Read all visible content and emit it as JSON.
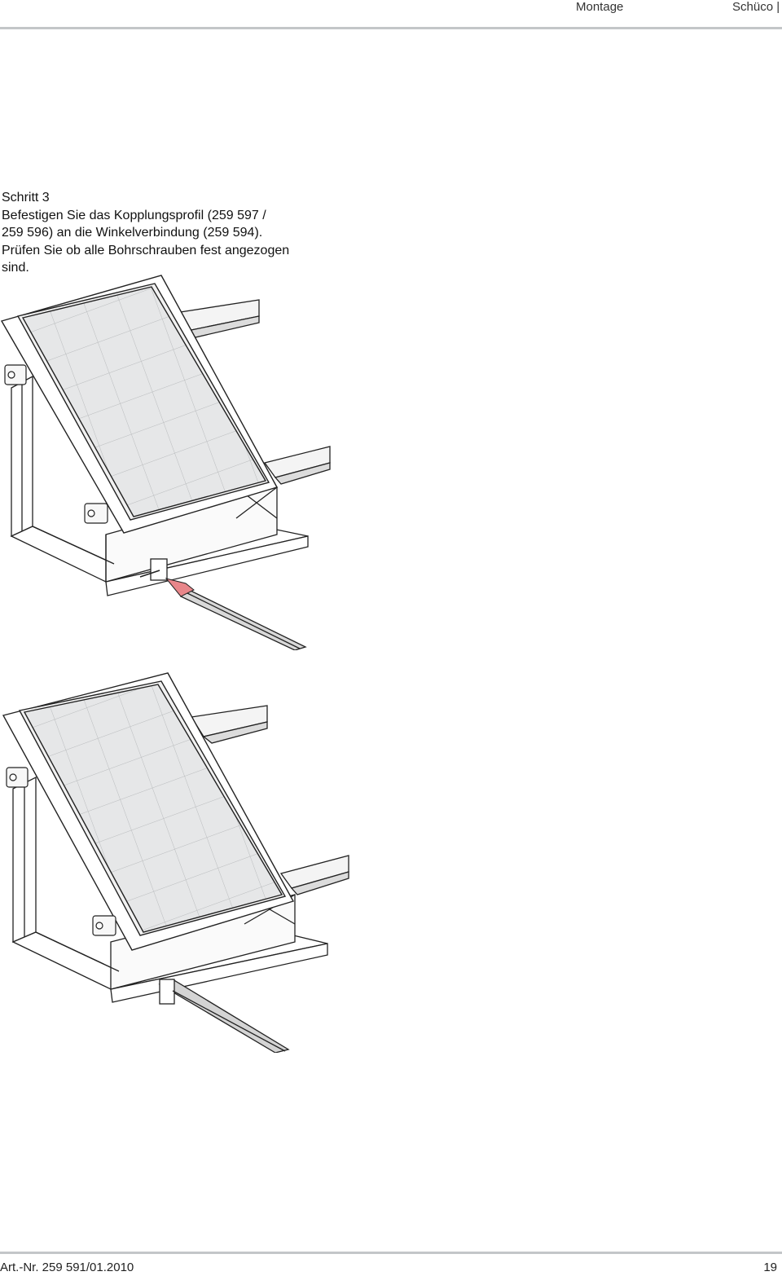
{
  "header": {
    "section": "Montage",
    "brand": "Schüco |"
  },
  "step": {
    "title": "Schritt 3",
    "lines": [
      "Befestigen Sie das Kopplungsprofil (259 597 /",
      "259 596) an die Winkelverbindung (259 594).",
      "Prüfen Sie ob alle Bohrschrauben fest angezogen",
      "sind."
    ]
  },
  "figures": [
    {
      "kind": "solar-module-mounting-frame",
      "state": "coupling-profile-inserting",
      "arrow_color": "#e8868a"
    },
    {
      "kind": "solar-module-mounting-frame",
      "state": "coupling-profile-attached"
    }
  ],
  "footer": {
    "article": "Art.-Nr. 259 591/01.2010",
    "page": "19"
  }
}
